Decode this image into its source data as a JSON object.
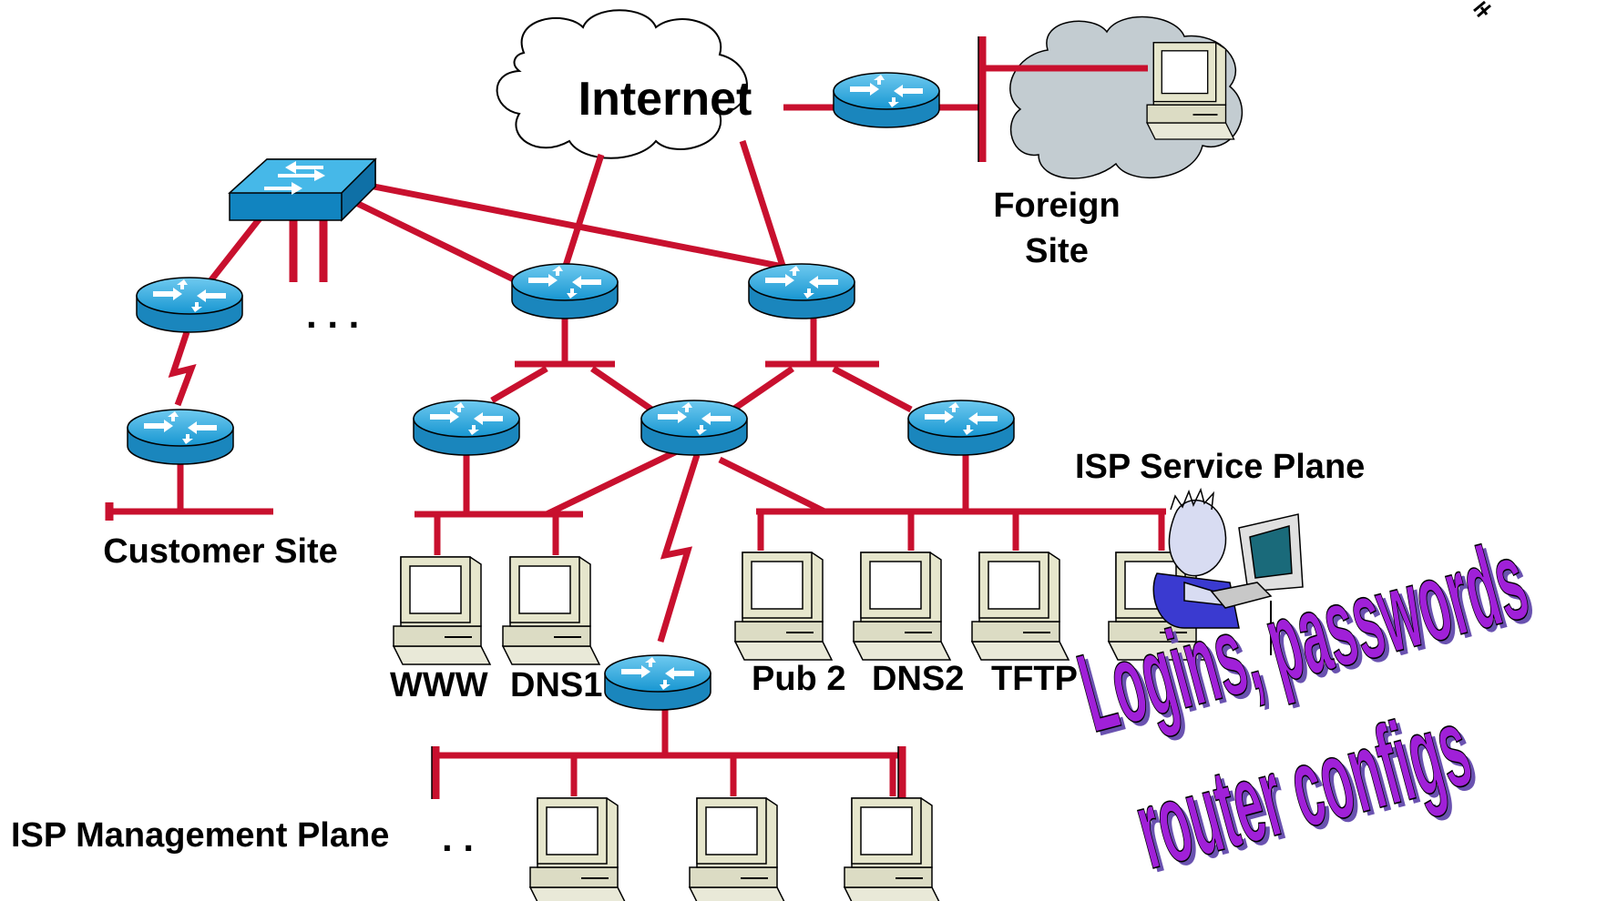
{
  "diagram": {
    "labels": {
      "internet": "Internet",
      "foreign_site_line1": "Foreign",
      "foreign_site_line2": "Site",
      "customer_site": "Customer Site",
      "service_plane": "ISP Service Plane",
      "management_plane": "ISP Management Plane",
      "dots_top": ". . .",
      "dots_mgmt": ". .",
      "www": "WWW",
      "dns1": "DNS1",
      "pub2": "Pub 2",
      "dns2": "DNS2",
      "tftp": "TFTP"
    },
    "callout": {
      "line1": "Logins, passwords",
      "line2": "router configs"
    },
    "colors": {
      "link": "#c8102e",
      "router": "#1a9ad6",
      "switch": "#1aa0dc",
      "cloud_foreign": "#c3ccd1",
      "wordart": "#a020d8"
    }
  }
}
